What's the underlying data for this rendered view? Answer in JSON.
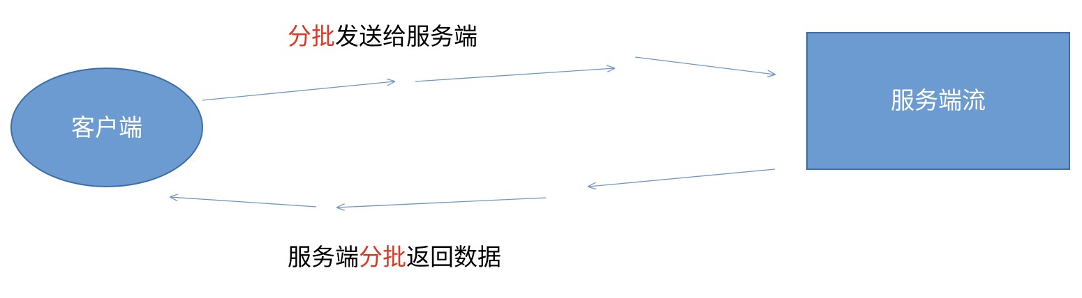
{
  "colors": {
    "node_fill": "#6b9bd1",
    "node_stroke": "#3e6ea8",
    "arrow": "#6f96c8",
    "highlight_text": "#d93a26",
    "normal_text": "#000000",
    "node_text": "#ffffff"
  },
  "nodes": {
    "client": {
      "label": "客户端",
      "shape": "ellipse"
    },
    "server": {
      "label": "服务端流",
      "shape": "rectangle"
    }
  },
  "captions": {
    "top": {
      "highlight": "分批",
      "rest": "发送给服务端"
    },
    "bottom": {
      "prefix": "服务端",
      "highlight": "分批",
      "rest": "返回数据"
    }
  }
}
